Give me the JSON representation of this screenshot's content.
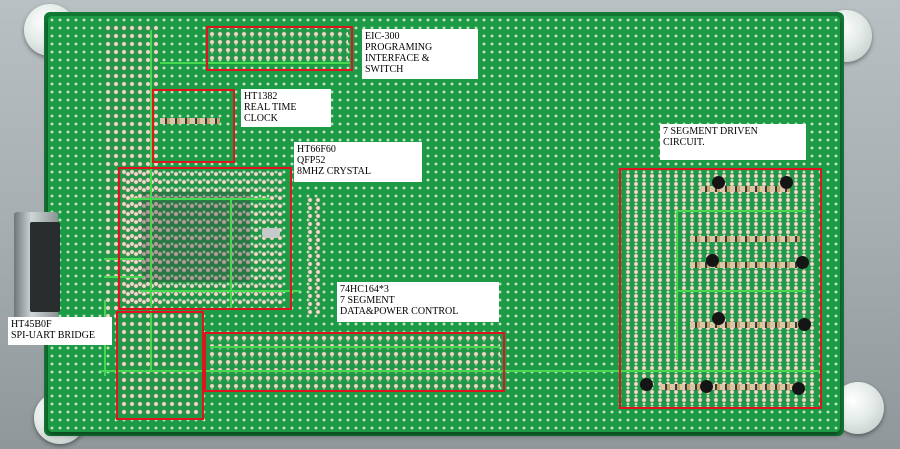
{
  "labels": {
    "eic300": {
      "line1": "EIC-300",
      "line2": "PROGRAMING",
      "line3": "INTERFACE &",
      "line4": "SWITCH"
    },
    "ht1382": {
      "line1": "HT1382",
      "line2": "REAL TIME",
      "line3": "CLOCK"
    },
    "ht66f60": {
      "line1": "HT66F60",
      "line2": "QFP52",
      "line3": "8MHZ CRYSTAL"
    },
    "seven_segment_driven": {
      "line1": "7 SEGMENT DRIVEN",
      "line2": "CIRCUIT."
    },
    "hc164": {
      "line1": "74HC164*3",
      "line2": "7 SEGMENT",
      "line3": "DATA&POWER CONTROL"
    },
    "ht45b0f": {
      "line1": "HT45B0F",
      "line2": "SPI-UART BRIDGE"
    }
  },
  "colors": {
    "board": "#1c9a45",
    "annotation_box": "#e0141e",
    "wire": "#46d94f",
    "standoff": "#e4ebe8"
  }
}
